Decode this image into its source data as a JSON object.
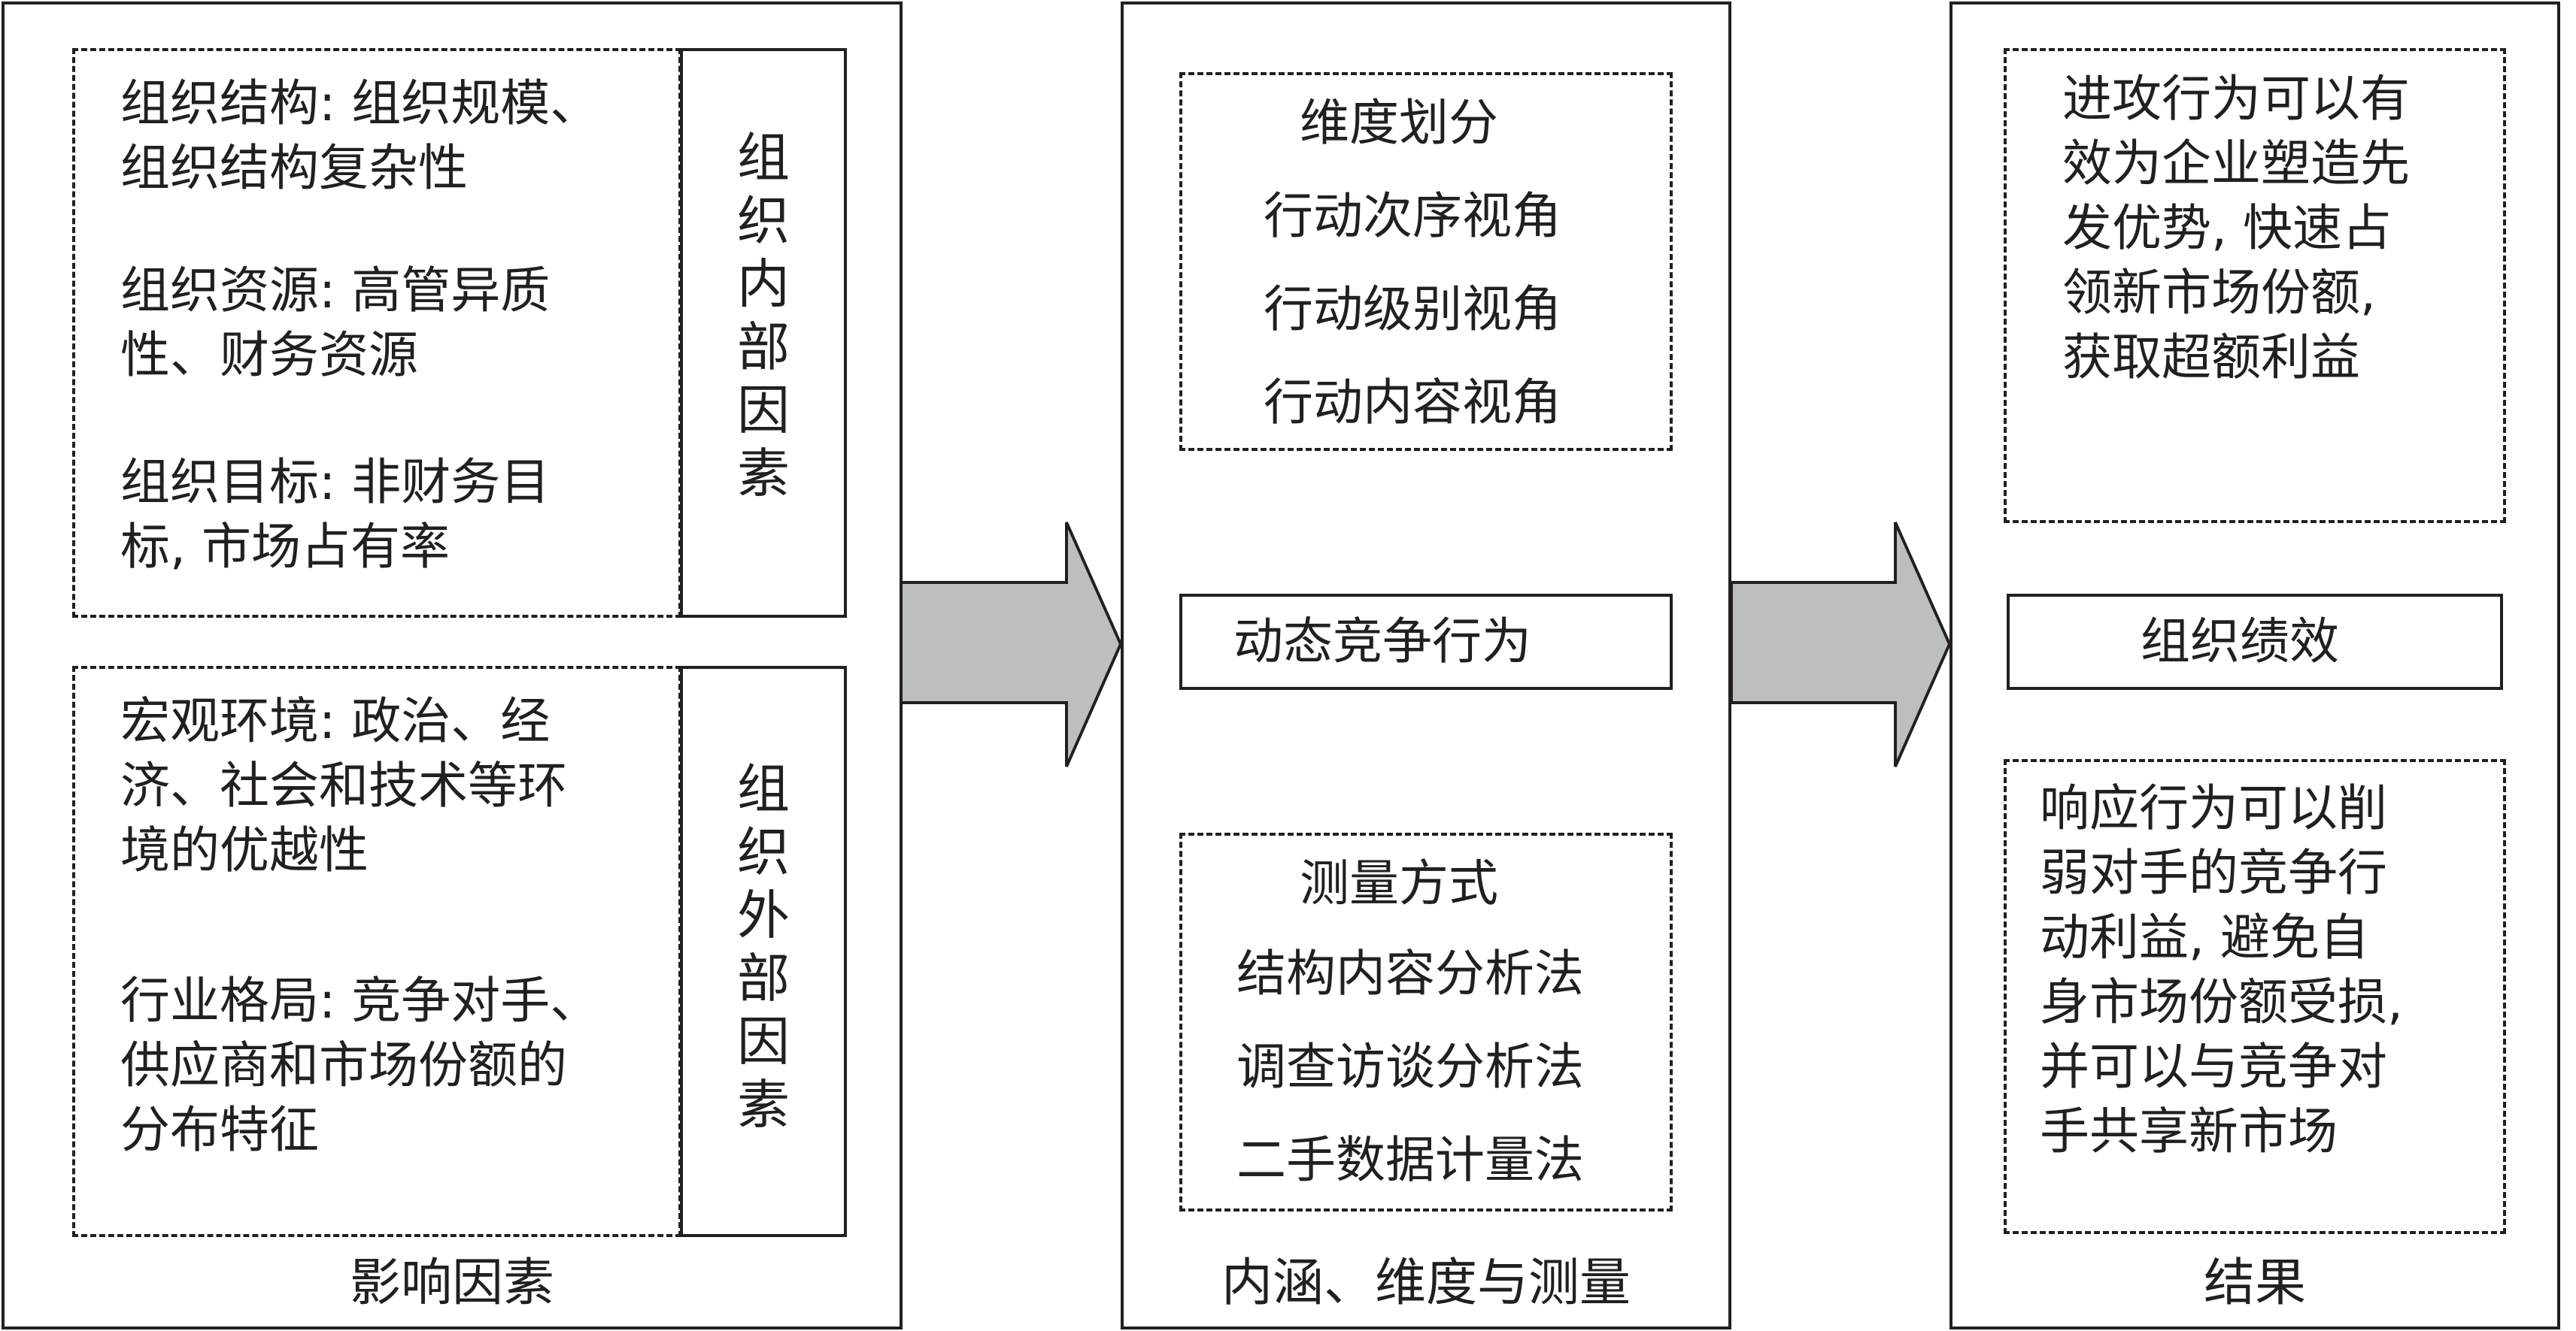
{
  "panels": {
    "left": {
      "caption": "影响因素",
      "internal_label": "组织内部因素",
      "internal_items": [
        {
          "lines": [
            "组织结构: 组织规模、",
            "组织结构复杂性"
          ]
        },
        {
          "lines": [
            "组织资源: 高管异质",
            "性、财务资源"
          ]
        },
        {
          "lines": [
            "组织目标: 非财务目",
            "标, 市场占有率"
          ]
        }
      ],
      "external_label": "组织外部因素",
      "external_items": [
        {
          "lines": [
            "宏观环境: 政治、经",
            "济、社会和技术等环",
            "境的优越性"
          ]
        },
        {
          "lines": [
            "行业格局: 竞争对手、",
            "供应商和市场份额的",
            "分布特征"
          ]
        }
      ]
    },
    "middle": {
      "caption": "内涵、维度与测量",
      "dimension_title": "维度划分",
      "dimension_items": [
        "行动次序视角",
        "行动级别视角",
        "行动内容视角"
      ],
      "center_label": "动态竞争行为",
      "measure_title": "测量方式",
      "measure_items": [
        "结构内容分析法",
        "调查访谈分析法",
        "二手数据计量法"
      ]
    },
    "right": {
      "caption": "结果",
      "attack_lines": [
        "进攻行为可以有",
        "效为企业塑造先",
        "发优势, 快速占",
        "领新市场份额,",
        "获取超额利益"
      ],
      "center_label": "组织绩效",
      "response_lines": [
        "响应行为可以削",
        "弱对手的竞争行",
        "动利益, 避免自",
        "身市场份额受损,",
        "并可以与竞争对",
        "手共享新市场"
      ]
    }
  },
  "colors": {
    "stroke": "#231f20",
    "arrow_fill": "#bcbec0"
  }
}
